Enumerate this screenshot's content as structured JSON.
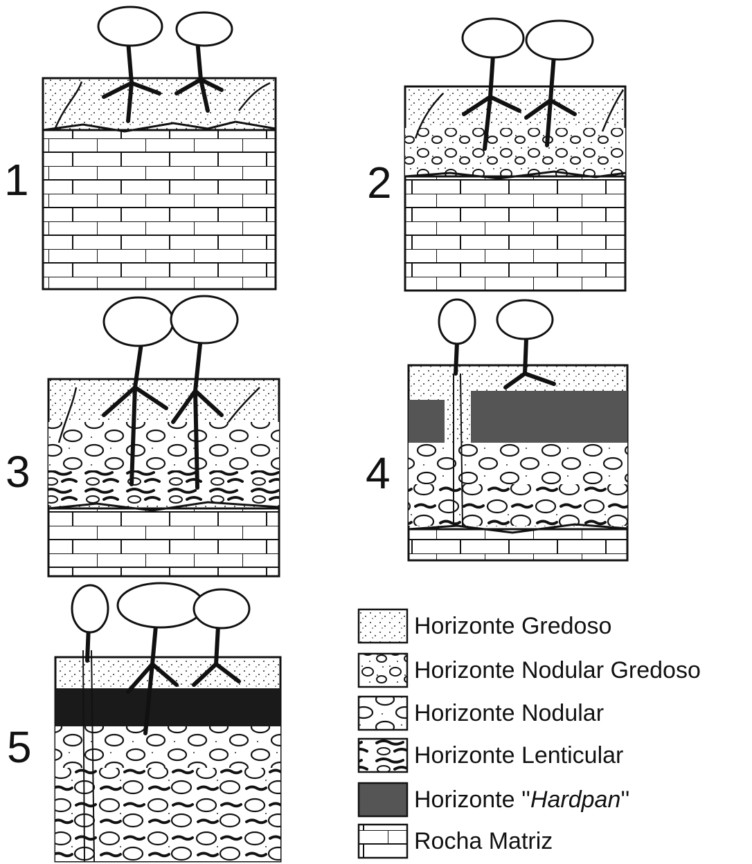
{
  "profiles": [
    {
      "number": "1"
    },
    {
      "number": "2"
    },
    {
      "number": "3"
    },
    {
      "number": "4"
    },
    {
      "number": "5"
    }
  ],
  "legend": [
    {
      "pattern": "gredoso",
      "prefix": "Horizonte Gredoso",
      "italic": "",
      "suffix": ""
    },
    {
      "pattern": "nodular-gredoso",
      "prefix": "Horizonte Nodular Gredoso",
      "italic": "",
      "suffix": ""
    },
    {
      "pattern": "nodular",
      "prefix": "Horizonte Nodular",
      "italic": "",
      "suffix": ""
    },
    {
      "pattern": "lenticular",
      "prefix": "Horizonte Lenticular",
      "italic": "",
      "suffix": ""
    },
    {
      "pattern": "hardpan",
      "prefix": "Horizonte ''",
      "italic": "Hardpan",
      "suffix": "''"
    },
    {
      "pattern": "rocha",
      "prefix": "Rocha Matriz",
      "italic": "",
      "suffix": ""
    }
  ],
  "colors": {
    "ink": "#111111",
    "hardpan": "#555555",
    "hardpan_dark": "#1a1a1a",
    "paper": "#ffffff"
  }
}
